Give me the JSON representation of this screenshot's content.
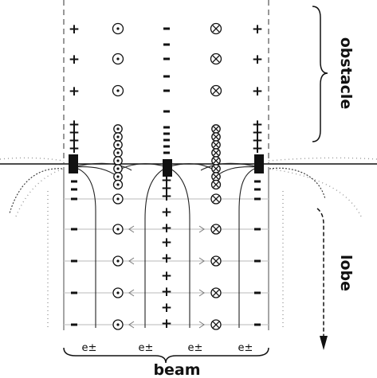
{
  "labels": {
    "obstacle": "obstacle",
    "lobe": "lobe",
    "beam": "beam",
    "electron": "e±"
  },
  "symbols": {
    "plus": "+",
    "minus": "-",
    "dot_circle": "dot-in-circle (field out of page)",
    "cross_circle": "cross-in-circle (field into page)"
  },
  "colors": {
    "ink": "#111111",
    "grid": "#bbbbbb",
    "dashed": "#777777"
  }
}
